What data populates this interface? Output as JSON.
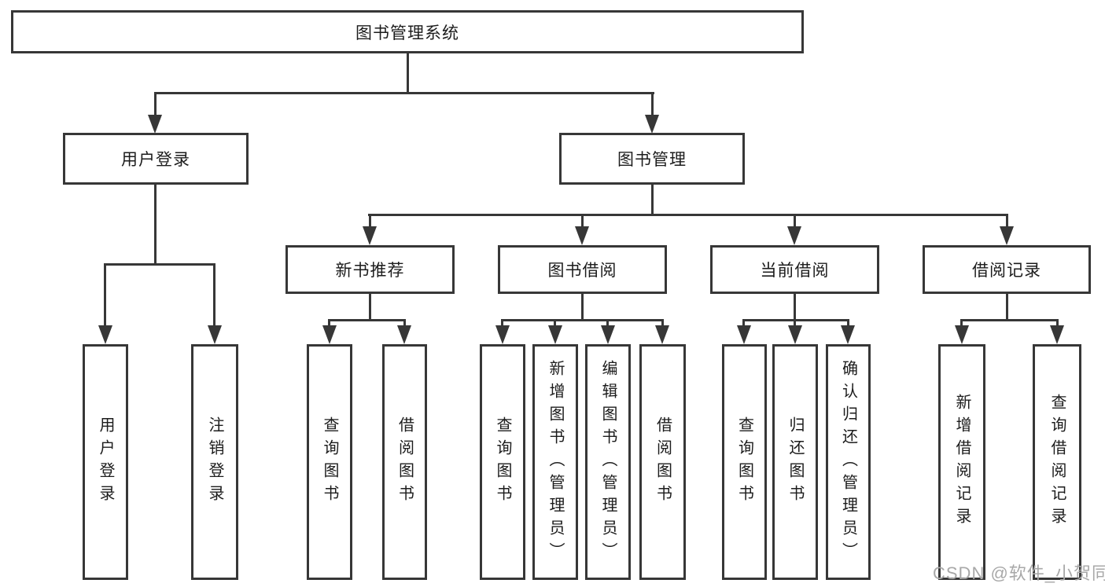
{
  "diagram": {
    "root": "图书管理系统",
    "branches": {
      "user_login": {
        "label": "用户登录",
        "children": {
          "login": "用户登录",
          "logout": "注销登录"
        }
      },
      "book_management": {
        "label": "图书管理",
        "children": {
          "new_book_recommend": {
            "label": "新书推荐",
            "children": {
              "query_book": "查询图书",
              "borrow_book": "借阅图书"
            }
          },
          "book_borrow": {
            "label": "图书借阅",
            "children": {
              "query_book": "查询图书",
              "add_book": "新增图书（管理员）",
              "edit_book": "编辑图书（管理员）",
              "borrow_book": "借阅图书"
            }
          },
          "current_borrow": {
            "label": "当前借阅",
            "children": {
              "query_book": "查询图书",
              "return_book": "归还图书",
              "confirm_return": "确认归还（管理员）"
            }
          },
          "borrow_records": {
            "label": "借阅记录",
            "children": {
              "add_record": "新增借阅记录",
              "query_record": "查询借阅记录"
            }
          }
        }
      }
    }
  },
  "watermark": "CSDN @软件_小贺同学",
  "colors": {
    "line": "#373737",
    "text": "#1c1c1c",
    "watermark": "#a8a8a8",
    "background": "#ffffff"
  }
}
